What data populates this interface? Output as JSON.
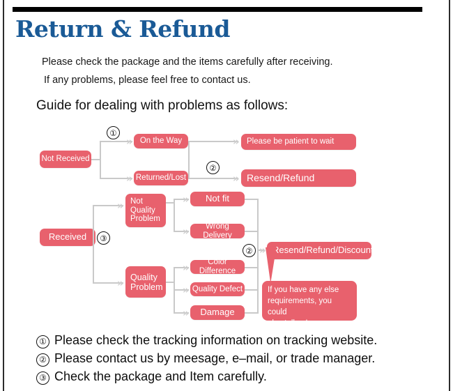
{
  "document": {
    "title": "Return & Refund",
    "title_color": "#1a5a96",
    "accent_color": "#e8616d",
    "connector_color": "#c9c9c9",
    "intro_line_1": "Please check the package and the items carefully after receiving.",
    "intro_line_2": "If any problems, please feel free to contact us.",
    "guide_heading": "Guide for dealing with problems as follows:"
  },
  "flowchart": {
    "nodes": {
      "not_received": "Not Received",
      "on_the_way": "On the Way",
      "returned_lost": "Returned/Lost",
      "please_wait": "Please be patient to wait",
      "resend_refund": "Resend/Refund",
      "received": "Received",
      "not_quality_problem_l1": "Not",
      "not_quality_problem_l2": "Quality",
      "not_quality_problem_l3": "Problem",
      "quality_problem_l1": "Quality",
      "quality_problem_l2": "Problem",
      "not_fit": "Not fit",
      "wrong_delivery": "Wrong Delivery",
      "color_difference": "Color Difference",
      "quality_defect": "Quality Defect",
      "damage": "Damage",
      "resend_refund_discount": "Resend/Refund/Discount"
    },
    "markers": {
      "marker_1": "①",
      "marker_2a": "②",
      "marker_3": "③",
      "marker_2b": "②"
    },
    "arrow_glyph": "»",
    "callout": {
      "line_1": "If you have any else",
      "line_2": "requirements, you could",
      "line_3": "also tell us!"
    }
  },
  "notes": [
    {
      "num": "①",
      "text": "Please check the tracking information on tracking website."
    },
    {
      "num": "②",
      "text": "Please contact us by meesage, e–mail, or trade manager."
    },
    {
      "num": "③",
      "text": "Check the package and Item carefully."
    }
  ]
}
